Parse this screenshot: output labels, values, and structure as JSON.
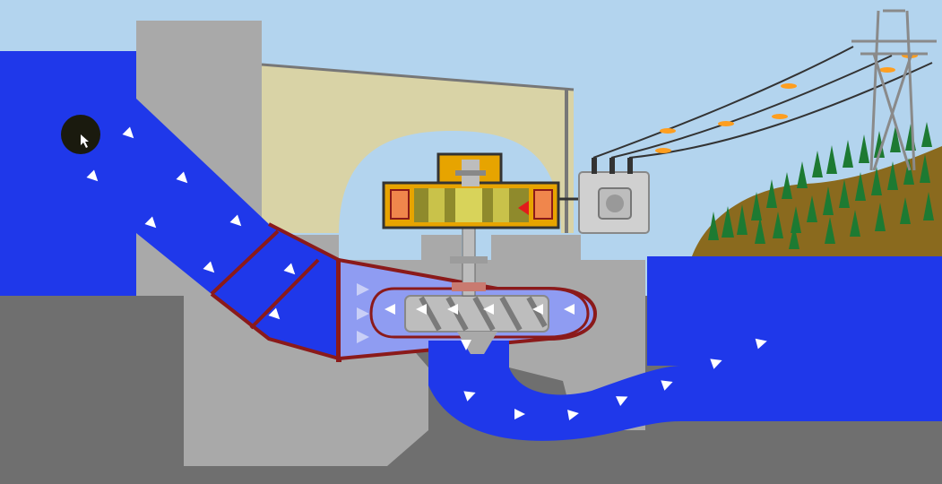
{
  "diagram": {
    "title": "",
    "labels": [],
    "components": {
      "reservoir": "reservoir",
      "dam": "dam-wall",
      "penstock": "penstock",
      "powerhouse": "powerhouse",
      "generator": "generator",
      "shaft": "turbine-shaft",
      "turbine": "turbine",
      "transformer": "transformer",
      "tailrace": "tailrace",
      "power_lines": "transmission-lines",
      "tower": "transmission-tower",
      "forest": "forested-hill"
    },
    "colors": {
      "sky": "#b3d4ee",
      "water": "#1f38ea",
      "water_light": "#8f9cf2",
      "dam": "#a9a9a9",
      "ground": "#6f6f6f",
      "building": "#d9d3a6",
      "pipe_outline": "#8b1a1a",
      "generator_frame": "#e7a400",
      "rotor": "#8f8a2c",
      "turbine": "#bdbdbd",
      "hill": "#8a6a1e",
      "trees": "#1d7a32",
      "energy": "#ff9e1f",
      "transformer": "#d0d0d0"
    },
    "icons": {
      "flow_arrow": "flow-arrow-icon",
      "cursor": "mouse-cursor-icon",
      "spark": "energy-spark-icon"
    }
  }
}
